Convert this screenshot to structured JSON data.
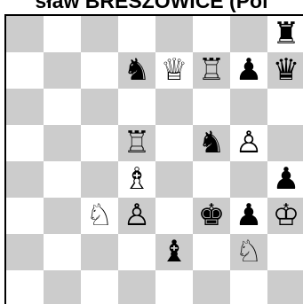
{
  "title": "sław BRESZOWICE (Pol",
  "board": {
    "colors": {
      "light": "#ffffff",
      "dark": "#cccccc"
    },
    "pieces": [
      {
        "square": "h8",
        "name": "black-rook",
        "glyph": "♜"
      },
      {
        "square": "d7",
        "name": "black-knight",
        "glyph": "♞"
      },
      {
        "square": "e7",
        "name": "white-queen",
        "glyph": "♕"
      },
      {
        "square": "f7",
        "name": "white-rook",
        "glyph": "♖"
      },
      {
        "square": "g7",
        "name": "black-pawn",
        "glyph": "♟"
      },
      {
        "square": "h7",
        "name": "black-queen",
        "glyph": "♛"
      },
      {
        "square": "d5",
        "name": "white-rook",
        "glyph": "♖"
      },
      {
        "square": "f5",
        "name": "black-knight",
        "glyph": "♞"
      },
      {
        "square": "g5",
        "name": "white-pawn",
        "glyph": "♙"
      },
      {
        "square": "d4",
        "name": "white-bishop",
        "glyph": "♗"
      },
      {
        "square": "h4",
        "name": "black-pawn",
        "glyph": "♟"
      },
      {
        "square": "c3",
        "name": "white-knight",
        "glyph": "♘"
      },
      {
        "square": "d3",
        "name": "white-pawn",
        "glyph": "♙"
      },
      {
        "square": "f3",
        "name": "black-king",
        "glyph": "♚"
      },
      {
        "square": "g3",
        "name": "black-pawn",
        "glyph": "♟"
      },
      {
        "square": "h3",
        "name": "white-king",
        "glyph": "♔"
      },
      {
        "square": "e2",
        "name": "black-bishop",
        "glyph": "♝"
      },
      {
        "square": "g2",
        "name": "white-knight",
        "glyph": "♘"
      }
    ]
  }
}
